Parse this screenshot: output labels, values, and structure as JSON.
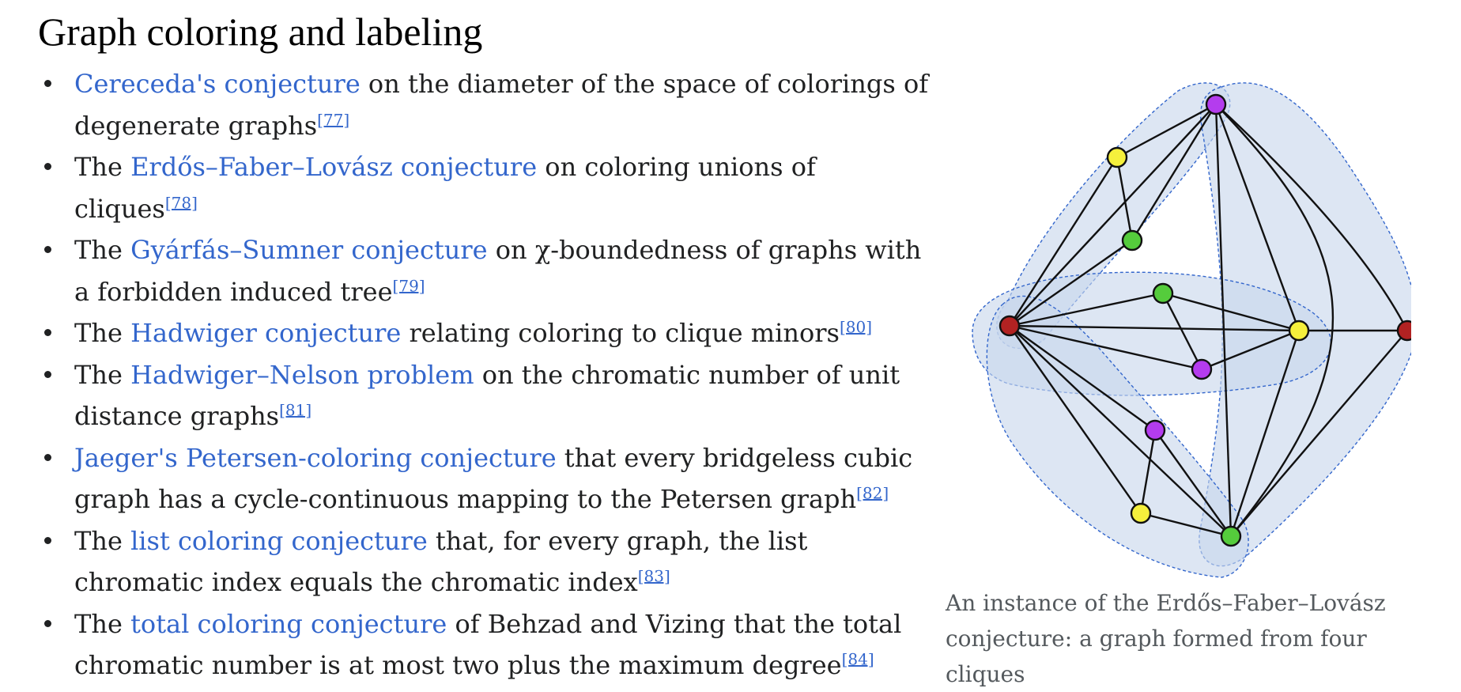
{
  "section": {
    "title": "Graph coloring and labeling"
  },
  "items": [
    {
      "prefix": "",
      "link": "Cereceda's conjecture",
      "text": " on the diameter of the space of colorings of degenerate graphs",
      "ref": "[77]"
    },
    {
      "prefix": "The ",
      "link": "Erdős–Faber–Lovász conjecture",
      "text": " on coloring unions of cliques",
      "ref": "[78]"
    },
    {
      "prefix": "The ",
      "link": "Gyárfás–Sumner conjecture",
      "text": " on χ-boundedness of graphs with a forbidden induced tree",
      "ref": "[79]"
    },
    {
      "prefix": "The ",
      "link": "Hadwiger conjecture",
      "text": " relating coloring to clique minors",
      "ref": "[80]"
    },
    {
      "prefix": "The ",
      "link": "Hadwiger–Nelson problem",
      "text": " on the chromatic number of unit distance graphs",
      "ref": "[81]"
    },
    {
      "prefix": "",
      "link": "Jaeger's Petersen-coloring conjecture",
      "text": " that every bridgeless cubic graph has a cycle-continuous mapping to the Petersen graph",
      "ref": "[82]"
    },
    {
      "prefix": "The ",
      "link": "list coloring conjecture",
      "text": " that, for every graph, the list chromatic index equals the chromatic index",
      "ref": "[83]"
    },
    {
      "prefix": "The ",
      "link": "total coloring conjecture",
      "text": " of Behzad and Vizing that the total chromatic number is at most two plus the maximum degree",
      "ref": "[84]"
    }
  ],
  "figure": {
    "caption": "An instance of the Erdős–Faber–Lovász conjecture: a graph formed from four cliques",
    "colors": {
      "red": "#b22222",
      "yellow": "#f5f03c",
      "green": "#55cc3c",
      "purple": "#b43cee",
      "clique_fill": "#c8d6ec",
      "link": "#3366cc"
    }
  }
}
